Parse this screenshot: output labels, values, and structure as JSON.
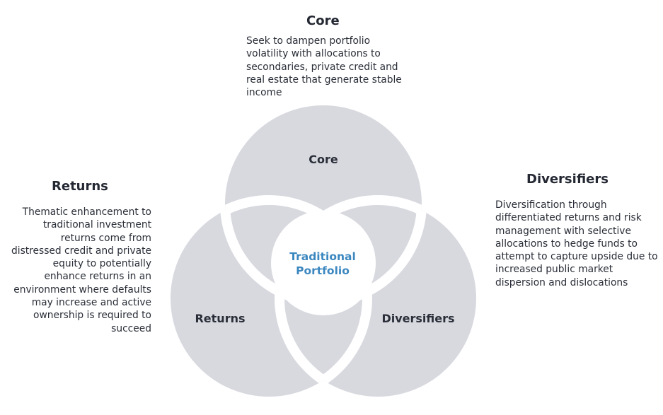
{
  "colors": {
    "circle_fill": "#d8d9df",
    "gap": "#ffffff",
    "center_text": "#3b87bf"
  },
  "sections": {
    "core": {
      "title": "Core",
      "description": "Seek to dampen portfolio volatility with allocations to secondaries, private credit and real estate that generate stable income"
    },
    "returns": {
      "title": "Returns",
      "description": "Thematic enhancement to traditional investment returns come from distressed credit and private equity to potentially enhance returns in an environment where defaults may increase and active ownership is required to succeed"
    },
    "diversifiers": {
      "title": "Diversifiers",
      "description": "Diversification through differentiated returns and risk management with selective allocations to hedge funds to attempt to capture upside due to increased public market dispersion and dislocations"
    }
  },
  "venn": {
    "core_label": "Core",
    "returns_label": "Returns",
    "diversifiers_label": "Diversifiers",
    "center_label_line1": "Traditional",
    "center_label_line2": "Portfolio"
  }
}
